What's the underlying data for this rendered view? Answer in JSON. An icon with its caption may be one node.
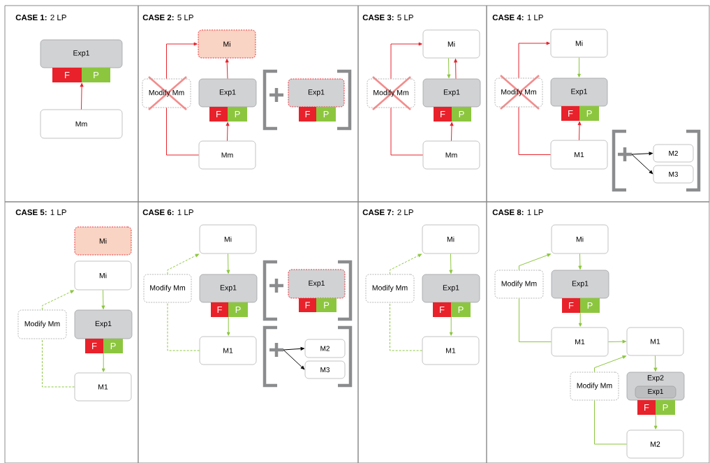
{
  "diagram": {
    "nodes": [
      {
        "text": [
          "**CASE 1:** 2 LP"
        ]
      },
      {
        "text": [
          "Exp1"
        ],
        "in": 0
      },
      {
        "text": [
          "F"
        ],
        "in": 0
      },
      {
        "text": [
          "P"
        ],
        "in": 0
      },
      {
        "text": [
          "Mm"
        ],
        "in": 0
      },
      {
        "text": [
          "**CASE 2:** 5 LP"
        ]
      },
      {
        "text": [
          "Mi"
        ],
        "in": 5
      },
      {
        "text": [
          "Modify Mm"
        ],
        "in": 5
      },
      {
        "text": [
          "Exp1"
        ],
        "in": 5
      },
      {
        "text": [
          "F"
        ],
        "in": 5
      },
      {
        "text": [
          "P"
        ],
        "in": 5
      },
      {
        "text": [
          "Mm"
        ],
        "in": 5
      },
      {
        "text": [
          "Exp1"
        ],
        "in": 5
      },
      {
        "text": [
          "F"
        ],
        "in": 5
      },
      {
        "text": [
          "P"
        ],
        "in": 5
      },
      {
        "text": [
          "**CASE 3:** 5 LP"
        ]
      },
      {
        "text": [
          "Mi"
        ],
        "in": 15
      },
      {
        "text": [
          "Modify Mm"
        ],
        "in": 15
      },
      {
        "text": [
          "Exp1"
        ],
        "in": 15
      },
      {
        "text": [
          "F"
        ],
        "in": 15
      },
      {
        "text": [
          "P"
        ],
        "in": 15
      },
      {
        "text": [
          "Mm"
        ],
        "in": 15
      },
      {
        "text": [
          "**CASE 4:** 1 LP"
        ]
      },
      {
        "text": [
          "Mi"
        ],
        "in": 22
      },
      {
        "text": [
          "Modify Mm"
        ],
        "in": 22
      },
      {
        "text": [
          "Exp1"
        ],
        "in": 22
      },
      {
        "text": [
          "F"
        ],
        "in": 22
      },
      {
        "text": [
          "P"
        ],
        "in": 22
      },
      {
        "text": [
          "M1"
        ],
        "in": 22
      },
      {
        "text": [
          "M2"
        ],
        "in": 22
      },
      {
        "text": [
          "M3"
        ],
        "in": 22
      },
      {
        "text": [
          "**CASE 5:** 1 LP"
        ]
      },
      {
        "text": [
          "Mi"
        ],
        "in": 31
      },
      {
        "text": [
          "Mi"
        ],
        "in": 31
      },
      {
        "text": [
          "Modify Mm"
        ],
        "in": 31
      },
      {
        "text": [
          "Exp1"
        ],
        "in": 31
      },
      {
        "text": [
          "F"
        ],
        "in": 31
      },
      {
        "text": [
          "P"
        ],
        "in": 31
      },
      {
        "text": [
          "M1"
        ],
        "in": 31
      },
      {
        "text": [
          "**CASE 6:** 1 LP"
        ]
      },
      {
        "text": [
          "Mi"
        ],
        "in": 39
      },
      {
        "text": [
          "Modify Mm"
        ],
        "in": 39
      },
      {
        "text": [
          "Exp1"
        ],
        "in": 39
      },
      {
        "text": [
          "F"
        ],
        "in": 39
      },
      {
        "text": [
          "P"
        ],
        "in": 39
      },
      {
        "text": [
          "M1"
        ],
        "in": 39
      },
      {
        "text": [
          "Exp1"
        ],
        "in": 39
      },
      {
        "text": [
          "F"
        ],
        "in": 39
      },
      {
        "text": [
          "P"
        ],
        "in": 39
      },
      {
        "text": [
          "M2"
        ],
        "in": 39
      },
      {
        "text": [
          "M3"
        ],
        "in": 39
      },
      {
        "text": [
          "**CASE 7:** 2 LP"
        ]
      },
      {
        "text": [
          "Mi"
        ],
        "in": 51
      },
      {
        "text": [
          "Modify Mm"
        ],
        "in": 51
      },
      {
        "text": [
          "Exp1"
        ],
        "in": 51
      },
      {
        "text": [
          "F"
        ],
        "in": 51
      },
      {
        "text": [
          "P"
        ],
        "in": 51
      },
      {
        "text": [
          "M1"
        ],
        "in": 51
      },
      {
        "text": [
          "**CASE 8:** 1 LP"
        ]
      },
      {
        "text": [
          "Mi"
        ],
        "in": 58
      },
      {
        "text": [
          "Modify Mm"
        ],
        "in": 58
      },
      {
        "text": [
          "Exp1"
        ],
        "in": 58
      },
      {
        "text": [
          "F"
        ],
        "in": 58
      },
      {
        "text": [
          "P"
        ],
        "in": 58
      },
      {
        "text": [
          "M1"
        ],
        "in": 58
      },
      {
        "text": [
          "M1"
        ],
        "in": 58
      },
      {
        "text": [
          "Modify Mm"
        ],
        "in": 58
      },
      {
        "text": [
          "Exp2"
        ],
        "in": 58
      },
      {
        "text": [
          "Exp1"
        ],
        "in": 67
      },
      {
        "text": [
          "F"
        ],
        "in": 58
      },
      {
        "text": [
          "P"
        ],
        "in": 58
      },
      {
        "text": [
          "M2"
        ],
        "in": 58
      }
    ],
    "edges": [
      {
        "from": 4,
        "to": 2,
        "arrow": "to",
        "color": "#e8212a"
      },
      {
        "from": 11,
        "to": 9,
        "arrow": "to",
        "color": "#e8212a"
      },
      {
        "from": 8,
        "to": 6,
        "arrow": "to",
        "color": "#e8212a"
      },
      {
        "from": 11,
        "to": 7,
        "arrow": "none",
        "color": "#e8212a"
      },
      {
        "from": 7,
        "to": 6,
        "arrow": "to",
        "color": "#e8212a"
      },
      {
        "from": 16,
        "to": 18,
        "arrow": "to",
        "color": "#8cc63f"
      },
      {
        "from": 18,
        "to": 16,
        "arrow": "to",
        "color": "#e8212a"
      },
      {
        "from": 21,
        "to": 19,
        "arrow": "to",
        "color": "#e8212a"
      },
      {
        "from": 21,
        "to": 17,
        "arrow": "none",
        "color": "#e8212a"
      },
      {
        "from": 17,
        "to": 16,
        "arrow": "to",
        "color": "#e8212a"
      },
      {
        "from": 23,
        "to": 25,
        "arrow": "to",
        "color": "#8cc63f"
      },
      {
        "from": 28,
        "to": 26,
        "arrow": "to",
        "color": "#e8212a"
      },
      {
        "from": 28,
        "to": 24,
        "arrow": "none",
        "color": "#e8212a"
      },
      {
        "from": 24,
        "to": 23,
        "arrow": "to",
        "color": "#e8212a"
      },
      {
        "from": null,
        "to": 29,
        "arrow": "to",
        "color": "#000000"
      },
      {
        "from": null,
        "to": 30,
        "arrow": "to",
        "color": "#000000"
      },
      {
        "from": 33,
        "to": 35,
        "arrow": "to",
        "color": "#8cc63f"
      },
      {
        "from": 36,
        "to": 38,
        "arrow": "to",
        "color": "#8cc63f"
      },
      {
        "from": 38,
        "to": 34,
        "arrow": "none",
        "style": "dashed",
        "color": "#8cc63f"
      },
      {
        "from": 34,
        "to": 33,
        "arrow": "to",
        "style": "dashed",
        "color": "#8cc63f"
      },
      {
        "from": 40,
        "to": 42,
        "arrow": "to",
        "color": "#8cc63f"
      },
      {
        "from": 43,
        "to": 45,
        "arrow": "to",
        "color": "#8cc63f"
      },
      {
        "from": 45,
        "to": 41,
        "arrow": "none",
        "style": "dashed",
        "color": "#8cc63f"
      },
      {
        "from": 41,
        "to": 40,
        "arrow": "to",
        "style": "dashed",
        "color": "#8cc63f"
      },
      {
        "from": null,
        "to": 49,
        "arrow": "to",
        "color": "#000000"
      },
      {
        "from": null,
        "to": 50,
        "arrow": "to",
        "color": "#000000"
      },
      {
        "from": 52,
        "to": 54,
        "arrow": "to",
        "color": "#8cc63f"
      },
      {
        "from": 55,
        "to": 57,
        "arrow": "to",
        "color": "#8cc63f"
      },
      {
        "from": 57,
        "to": 53,
        "arrow": "none",
        "style": "dashed",
        "color": "#8cc63f"
      },
      {
        "from": 53,
        "to": 52,
        "arrow": "to",
        "style": "dashed",
        "color": "#8cc63f"
      },
      {
        "from": 59,
        "to": 61,
        "arrow": "to",
        "color": "#8cc63f"
      },
      {
        "from": 62,
        "to": 64,
        "arrow": "to",
        "color": "#8cc63f"
      },
      {
        "from": 64,
        "to": 60,
        "arrow": "none",
        "color": "#8cc63f"
      },
      {
        "from": 60,
        "to": 59,
        "arrow": "to",
        "color": "#8cc63f"
      },
      {
        "from": 64,
        "to": 65,
        "arrow": "to",
        "color": "#8cc63f"
      },
      {
        "from": 65,
        "to": 67,
        "arrow": "to",
        "color": "#8cc63f"
      },
      {
        "from": 69,
        "to": 71,
        "arrow": "to",
        "color": "#8cc63f"
      },
      {
        "from": 71,
        "to": 66,
        "arrow": "none",
        "color": "#8cc63f"
      },
      {
        "from": 66,
        "to": 65,
        "arrow": "to",
        "color": "#8cc63f"
      }
    ]
  }
}
